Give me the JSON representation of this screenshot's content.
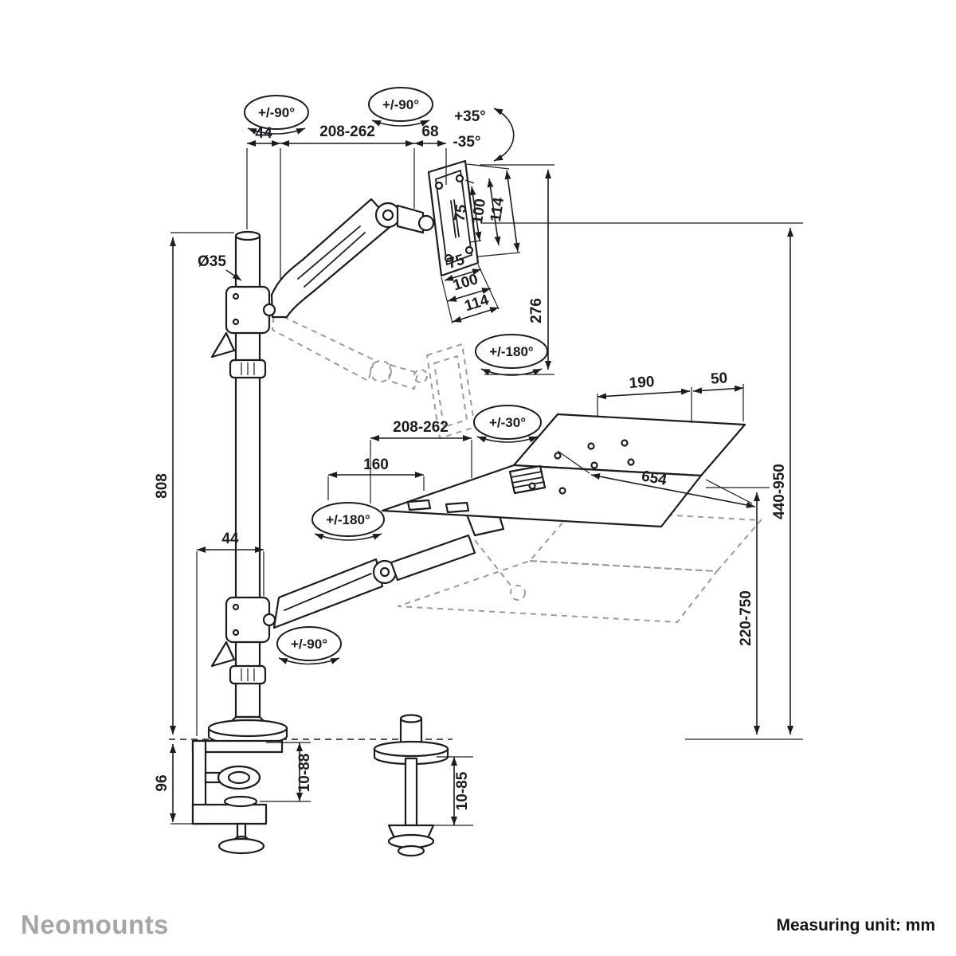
{
  "footer": {
    "brand": "Neomounts",
    "unit": "Measuring unit: mm"
  },
  "colors": {
    "ink": "#1c1c1e",
    "ghost": "#9a9a9a",
    "brand_gray": "#a6a6a6"
  },
  "labels": {
    "top_rotation_arm": "+/-90°",
    "top_rotation_head": "+/-90°",
    "tilt_up": "+35°",
    "tilt_down": "-35°",
    "top_44": "44",
    "top_reach": "208-262",
    "top_68": "68",
    "pole_diameter": "Ø35",
    "vesa_side_75": "75",
    "vesa_side_100": "100",
    "vesa_side_114": "114",
    "vesa_bottom_75": "75",
    "vesa_bottom_100": "100",
    "vesa_bottom_114": "114",
    "drop_276": "276",
    "monitor_rotation_180": "+/-180°",
    "tray_190": "190",
    "tray_50": "50",
    "mid_reach": "208-262",
    "tray_rotation_30": "+/-30°",
    "mid_160": "160",
    "tray_654": "654",
    "arm_rotation_180": "+/-180°",
    "low_44": "44",
    "height_range": "440-950",
    "pole_808": "808",
    "tray_height_range": "220-750",
    "low_arm_rotation_90": "+/-90°",
    "clamp_96": "96",
    "clamp_thickness": "10-88",
    "grommet_thickness": "10-85"
  }
}
